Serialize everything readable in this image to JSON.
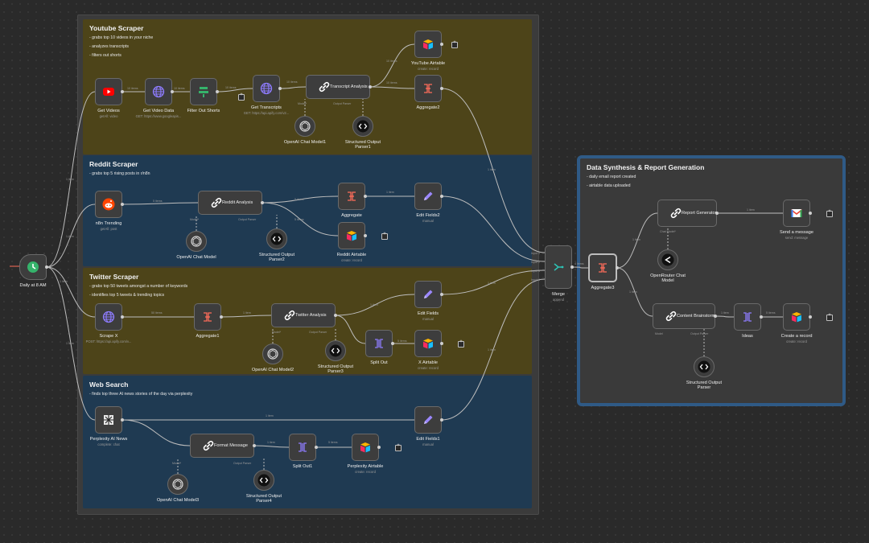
{
  "colors": {
    "canvas": "#2a2a2a",
    "group_yellow": "#4d4419",
    "group_blue": "#1f3a52",
    "group_gray": "#3a3a3a",
    "group_outer": "#3b3b3b",
    "node_bg": "#3d3d3d",
    "edge": "#bdbdbd",
    "accent_red": "#ff6d5a"
  },
  "groups": [
    {
      "id": "youtube",
      "title": "Youtube Scraper",
      "bullets": [
        "- grabs top 10 videos in your niche",
        "- analyzes transcripts",
        "- filters out shorts"
      ]
    },
    {
      "id": "reddit",
      "title": "Reddit Scraper",
      "bullets": [
        "- grabs top 5 rising posts in r/n8n"
      ]
    },
    {
      "id": "twitter",
      "title": "Twitter Scraper",
      "bullets": [
        "- grabs top 50 tweets amongst a number of keywords",
        "- identifies top 5 tweets & trending topics"
      ]
    },
    {
      "id": "web",
      "title": "Web Search",
      "bullets": [
        "- finds top three AI news stories of the day via perplexity"
      ]
    },
    {
      "id": "synthesis",
      "title": "Data Synthesis & Report Generation",
      "bullets": [
        "- daily email report created",
        "- airtable data uploaded"
      ]
    }
  ],
  "nodes": [
    {
      "id": "trigger",
      "name": "Daily at 8 AM",
      "subtitle": "",
      "icon": "clock-icon"
    },
    {
      "id": "get_videos",
      "name": "Get Videos",
      "subtitle": "getAll: video",
      "icon": "youtube-icon"
    },
    {
      "id": "get_video_data",
      "name": "Get Video Data",
      "subtitle": "GET: https://www.googleapis...",
      "icon": "globe-icon"
    },
    {
      "id": "filter_shorts",
      "name": "Filter Out Shorts",
      "subtitle": "",
      "icon": "filter-icon"
    },
    {
      "id": "get_transcripts",
      "name": "Get Transcripts",
      "subtitle": "GET: https://api.apify.com/v2...",
      "icon": "globe-icon"
    },
    {
      "id": "transcript_analysis",
      "name": "Transcript Analysis",
      "subtitle": "",
      "icon": "chain-icon"
    },
    {
      "id": "openai1",
      "name": "OpenAI Chat Model1",
      "subtitle": "",
      "icon": "openai-icon"
    },
    {
      "id": "parser1",
      "name": "Structured Output Parser1",
      "subtitle": "",
      "icon": "code-icon"
    },
    {
      "id": "yt_airtable",
      "name": "YouTube Airtable",
      "subtitle": "create: record",
      "icon": "airtable-icon"
    },
    {
      "id": "aggregate2",
      "name": "Aggregate2",
      "subtitle": "",
      "icon": "aggregate-icon"
    },
    {
      "id": "n8n_trending",
      "name": "n8n Trending",
      "subtitle": "getAll: post",
      "icon": "reddit-icon"
    },
    {
      "id": "reddit_analysis",
      "name": "Reddit Analysis",
      "subtitle": "",
      "icon": "chain-icon"
    },
    {
      "id": "openai0",
      "name": "OpenAI Chat Model",
      "subtitle": "",
      "icon": "openai-icon"
    },
    {
      "id": "parser2",
      "name": "Structured Output Parser2",
      "subtitle": "",
      "icon": "code-icon"
    },
    {
      "id": "aggregate",
      "name": "Aggregate",
      "subtitle": "",
      "icon": "aggregate-icon"
    },
    {
      "id": "edit_fields2",
      "name": "Edit Fields2",
      "subtitle": "manual",
      "icon": "pencil-icon"
    },
    {
      "id": "reddit_airtable",
      "name": "Reddit Airtable",
      "subtitle": "create: record",
      "icon": "airtable-icon"
    },
    {
      "id": "scrape_x",
      "name": "Scrape X",
      "subtitle": "POST: https://api.apify.com/v...",
      "icon": "globe-icon"
    },
    {
      "id": "aggregate1",
      "name": "Aggregate1",
      "subtitle": "",
      "icon": "aggregate-icon"
    },
    {
      "id": "twitter_analysis",
      "name": "Twitter Analysis",
      "subtitle": "",
      "icon": "chain-icon"
    },
    {
      "id": "openai2",
      "name": "OpenAI Chat Model2",
      "subtitle": "",
      "icon": "openai-icon"
    },
    {
      "id": "parser3",
      "name": "Structured Output Parser3",
      "subtitle": "",
      "icon": "code-icon"
    },
    {
      "id": "edit_fields",
      "name": "Edit Fields",
      "subtitle": "manual",
      "icon": "pencil-icon"
    },
    {
      "id": "split_out",
      "name": "Split Out",
      "subtitle": "",
      "icon": "split-icon"
    },
    {
      "id": "x_airtable",
      "name": "X Airtable",
      "subtitle": "create: record",
      "icon": "airtable-icon"
    },
    {
      "id": "perplexity",
      "name": "Perplexity AI News",
      "subtitle": "complete: chat",
      "icon": "perplexity-icon"
    },
    {
      "id": "format_message",
      "name": "Format Message",
      "subtitle": "",
      "icon": "chain-icon"
    },
    {
      "id": "openai3",
      "name": "OpenAI Chat Model3",
      "subtitle": "",
      "icon": "openai-icon"
    },
    {
      "id": "parser4",
      "name": "Structured Output Parser4",
      "subtitle": "",
      "icon": "code-icon"
    },
    {
      "id": "split_out1",
      "name": "Split Out1",
      "subtitle": "",
      "icon": "split-icon"
    },
    {
      "id": "perplexity_airtable",
      "name": "Perplexity Airtable",
      "subtitle": "create: record",
      "icon": "airtable-icon"
    },
    {
      "id": "edit_fields1",
      "name": "Edit Fields1",
      "subtitle": "manual",
      "icon": "pencil-icon"
    },
    {
      "id": "merge",
      "name": "Merge",
      "subtitle": "append",
      "icon": "merge-icon"
    },
    {
      "id": "aggregate3",
      "name": "Aggregate3",
      "subtitle": "",
      "icon": "aggregate-icon"
    },
    {
      "id": "report_generator",
      "name": "Report Generator",
      "subtitle": "",
      "icon": "chain-icon"
    },
    {
      "id": "openrouter",
      "name": "OpenRouter Chat Model",
      "subtitle": "",
      "icon": "openrouter-icon"
    },
    {
      "id": "send_message",
      "name": "Send a message",
      "subtitle": "send: message",
      "icon": "gmail-icon"
    },
    {
      "id": "content_brainstorm",
      "name": "Content Brainstorm",
      "subtitle": "",
      "icon": "chain-icon"
    },
    {
      "id": "parser5",
      "name": "Structured Output Parser",
      "subtitle": "",
      "icon": "code-icon"
    },
    {
      "id": "ideas",
      "name": "Ideas",
      "subtitle": "",
      "icon": "split-icon"
    },
    {
      "id": "create_record",
      "name": "Create a record",
      "subtitle": "create: record",
      "icon": "airtable-icon"
    }
  ],
  "edge_labels": {
    "item1": "1 item",
    "items2": "2 items",
    "items4": "4 items",
    "items5": "5 items",
    "items10": "10 items",
    "items50": "50 items"
  },
  "port_labels": {
    "model": "Model*",
    "model_short": "Model",
    "output_parser": "Output Parser",
    "chat_model": "Chat Model*",
    "input1": "Input 1",
    "input2": "Input 2",
    "input3": "Input 3",
    "input4": "Input 4"
  }
}
